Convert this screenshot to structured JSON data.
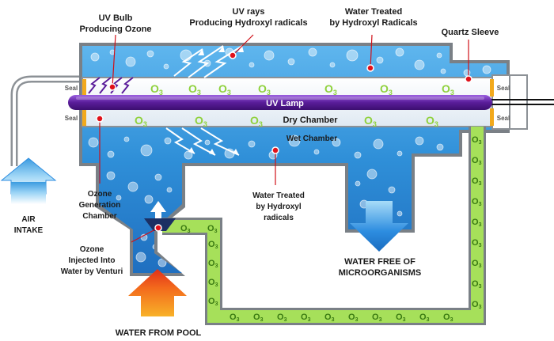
{
  "labels": {
    "uv_bulb": [
      "UV Bulb",
      "Producing Ozone"
    ],
    "uv_rays": [
      "UV rays",
      "Producing Hydroxyl radicals"
    ],
    "water_treated_top": [
      "Water Treated",
      "by Hydroxyl Radicals"
    ],
    "quartz_sleeve": "Quartz Sleeve",
    "seal": "Seal",
    "uv_lamp": "UV Lamp",
    "dry_chamber": "Dry Chamber",
    "wet_chamber": "Wet Chamber",
    "ozone_generation": [
      "Ozone",
      "Generation",
      "Chamber"
    ],
    "water_treated_mid": [
      "Water Treated",
      "by Hydroxyl",
      "radicals"
    ],
    "air_intake": [
      "AIR",
      "INTAKE"
    ],
    "ozone_injected": [
      "Ozone",
      "Injected Into",
      "Water by Venturi"
    ],
    "water_free": [
      "WATER FREE OF",
      "MICROORGANISMS"
    ],
    "water_from_pool": "WATER FROM POOL",
    "ozone_symbol": "O",
    "ozone_subscript": "3"
  },
  "colors": {
    "water": "#2f8fd8",
    "water_light": "#7cc6f2",
    "tube_gray": "#8c9196",
    "lamp": "#5a1d9a",
    "ozone": "#8fd13c",
    "seal": "#f2a91c",
    "marker": "#e0111a",
    "arrow_orange": "#f36a1c",
    "arrow_blue": "#2d8de0"
  }
}
